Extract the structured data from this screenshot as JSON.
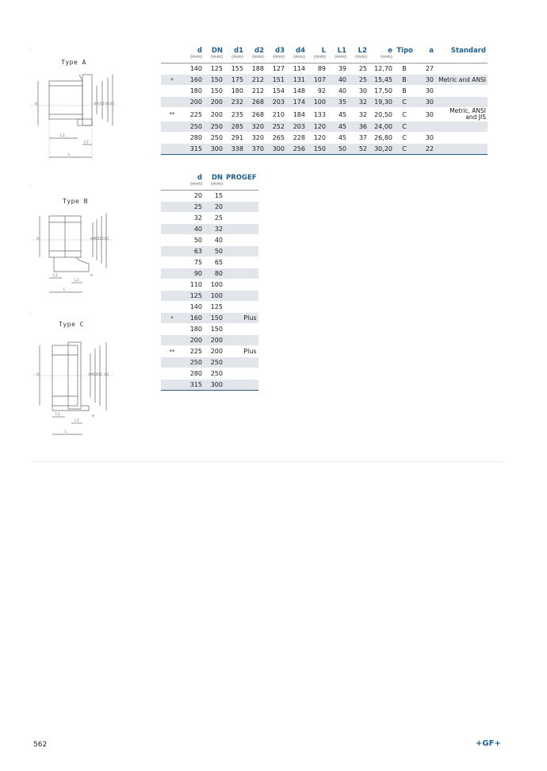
{
  "drawings": [
    {
      "mark": "·",
      "label": "Type A",
      "dims": [
        "d",
        "d4",
        "d3",
        "d1",
        "d2",
        "L1",
        "L",
        "L2"
      ]
    },
    {
      "mark": "·",
      "label": "Type B",
      "dims": [
        "d",
        "d4",
        "d3",
        "d1",
        "d2",
        "L1",
        "L2",
        "L",
        "e"
      ]
    },
    {
      "mark": "·",
      "label": "Type C",
      "dims": [
        "d",
        "d4",
        "d3",
        "d1",
        "d2",
        "L1",
        "L2",
        "L",
        "e"
      ]
    }
  ],
  "table1": {
    "headers": [
      "",
      "d",
      "DN",
      "d1",
      "d2",
      "d3",
      "d4",
      "L",
      "L1",
      "L2",
      "e",
      "Tipo",
      "a",
      "Standard"
    ],
    "units": [
      "",
      "(mm)",
      "(mm)",
      "(mm)",
      "(mm)",
      "(mm)",
      "(mm)",
      "(mm)",
      "(mm)",
      "(mm)",
      "(mm)",
      "",
      "",
      ""
    ],
    "rows": [
      [
        "",
        "140",
        "125",
        "155",
        "188",
        "127",
        "114",
        "89",
        "39",
        "25",
        "12,70",
        "B",
        "27",
        ""
      ],
      [
        "*",
        "160",
        "150",
        "175",
        "212",
        "151",
        "131",
        "107",
        "40",
        "25",
        "15,45",
        "B",
        "30",
        "Metric and ANSI"
      ],
      [
        "",
        "180",
        "150",
        "180",
        "212",
        "154",
        "148",
        "92",
        "40",
        "30",
        "17,50",
        "B",
        "30",
        ""
      ],
      [
        "",
        "200",
        "200",
        "232",
        "268",
        "203",
        "174",
        "100",
        "35",
        "32",
        "19,30",
        "C",
        "30",
        ""
      ],
      [
        "**",
        "225",
        "200",
        "235",
        "268",
        "210",
        "184",
        "133",
        "45",
        "32",
        "20,50",
        "C",
        "30",
        "Metric, ANSI and JIS"
      ],
      [
        "",
        "250",
        "250",
        "285",
        "320",
        "252",
        "203",
        "120",
        "45",
        "36",
        "24,00",
        "C",
        "",
        ""
      ],
      [
        "",
        "280",
        "250",
        "291",
        "320",
        "265",
        "228",
        "120",
        "45",
        "37",
        "26,80",
        "C",
        "30",
        ""
      ],
      [
        "",
        "315",
        "300",
        "338",
        "370",
        "300",
        "256",
        "150",
        "50",
        "52",
        "30,20",
        "C",
        "22",
        ""
      ]
    ]
  },
  "table2": {
    "headers": [
      "",
      "d",
      "DN",
      "PROGEF"
    ],
    "units": [
      "",
      "(mm)",
      "(mm)",
      ""
    ],
    "rows": [
      [
        "",
        "20",
        "15",
        ""
      ],
      [
        "",
        "25",
        "20",
        ""
      ],
      [
        "",
        "32",
        "25",
        ""
      ],
      [
        "",
        "40",
        "32",
        ""
      ],
      [
        "",
        "50",
        "40",
        ""
      ],
      [
        "",
        "63",
        "50",
        ""
      ],
      [
        "",
        "75",
        "65",
        ""
      ],
      [
        "",
        "90",
        "80",
        ""
      ],
      [
        "",
        "110",
        "100",
        ""
      ],
      [
        "",
        "125",
        "100",
        ""
      ],
      [
        "",
        "140",
        "125",
        ""
      ],
      [
        "*",
        "160",
        "150",
        "Plus"
      ],
      [
        "",
        "180",
        "150",
        ""
      ],
      [
        "",
        "200",
        "200",
        ""
      ],
      [
        "**",
        "225",
        "200",
        "Plus"
      ],
      [
        "",
        "250",
        "250",
        ""
      ],
      [
        "",
        "280",
        "250",
        ""
      ],
      [
        "",
        "315",
        "300",
        ""
      ]
    ]
  },
  "footer": {
    "page_number": "562",
    "logo": "+GF+"
  },
  "colors": {
    "accent": "#1f5f8b",
    "row_shade": "#e2e6ea"
  }
}
